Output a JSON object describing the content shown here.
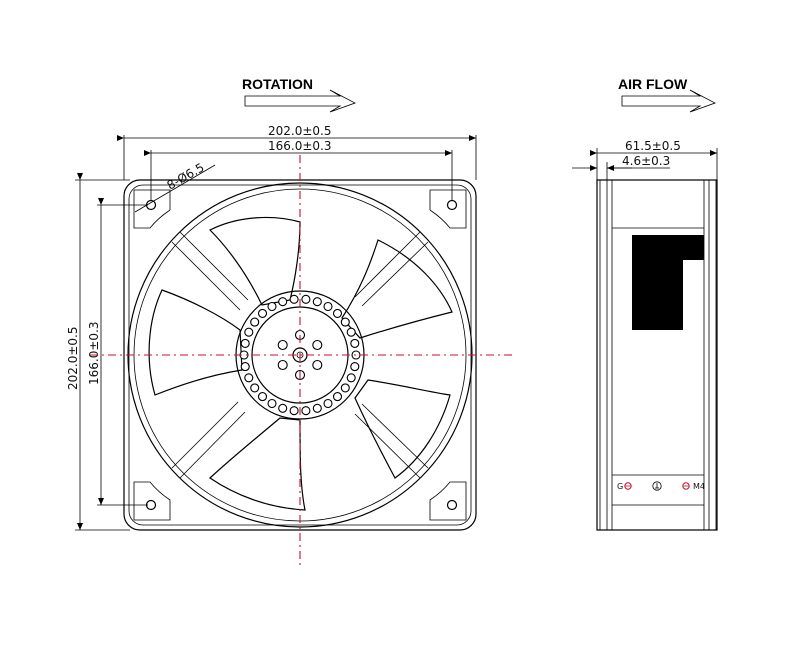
{
  "labels": {
    "rotation": "ROTATION",
    "air_flow": "AIR FLOW"
  },
  "dimensions": {
    "front_width": "202.0±0.5",
    "front_hole_spacing": "166.0±0.3",
    "hole_callout": "8-Ø6.5",
    "front_height": "202.0±0.5",
    "front_hole_spacing_vertical": "166.0±0.3",
    "side_depth": "61.5±0.5",
    "side_flange": "4.6±0.3"
  },
  "terminals": {
    "g": "G",
    "m4": "M4"
  },
  "colors": {
    "line": "#000000",
    "centerline": "#c8102e",
    "terminal_red": "#c8102e"
  }
}
